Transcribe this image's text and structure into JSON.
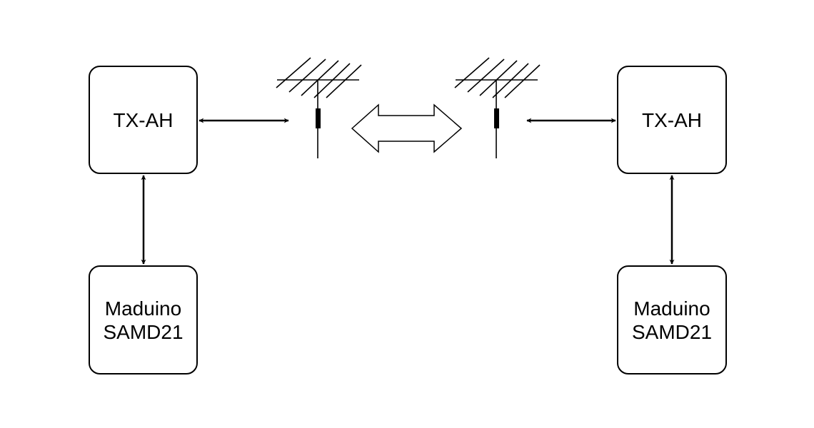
{
  "nodes": {
    "left_transceiver": {
      "label": "TX-AH"
    },
    "left_controller": {
      "lines": [
        "Maduino",
        "SAMD21"
      ]
    },
    "right_transceiver": {
      "label": "TX-AH"
    },
    "right_controller": {
      "lines": [
        "Maduino",
        "SAMD21"
      ]
    }
  },
  "icons": {
    "antenna": "yagi-antenna-icon",
    "wireless_link": "double-arrow-icon"
  },
  "colors": {
    "stroke": "#000000",
    "background": "#ffffff"
  }
}
